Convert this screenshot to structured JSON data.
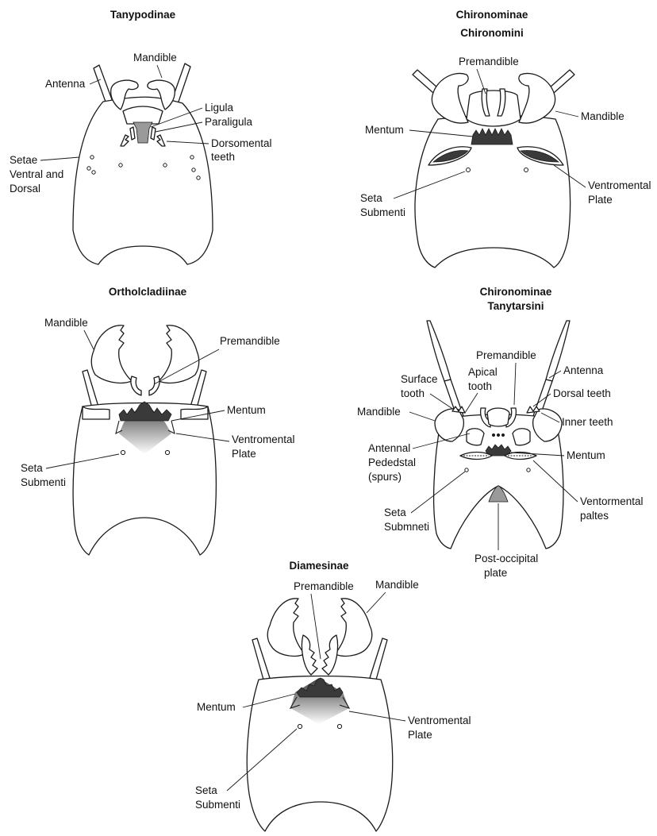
{
  "panels": {
    "tanypodinae": {
      "title": "Tanypodinae",
      "labels": {
        "mandible": "Mandible",
        "antenna": "Antenna",
        "ligula": "Ligula",
        "paraligula": "Paraligula",
        "dorsomental_1": "Dorsomental",
        "dorsomental_2": "teeth",
        "setae_1": "Setae",
        "setae_2": "Ventral and",
        "setae_3": "Dorsal"
      }
    },
    "chironomini": {
      "title_1": "Chironominae",
      "title_2": "Chironomini",
      "labels": {
        "premandible": "Premandible",
        "mentum": "Mentum",
        "mandible": "Mandible",
        "seta_1": "Seta",
        "seta_2": "Submenti",
        "vmp_1": "Ventromental",
        "vmp_2": "Plate"
      }
    },
    "orthocladiinae": {
      "title": "Ortholcladiinae",
      "labels": {
        "mandible": "Mandible",
        "premandible": "Premandible",
        "mentum": "Mentum",
        "vmp_1": "Ventromental",
        "vmp_2": "Plate",
        "seta_1": "Seta",
        "seta_2": "Submenti"
      }
    },
    "tanytarsini": {
      "title_1": "Chironominae",
      "title_2": "Tanytarsini",
      "labels": {
        "premandible": "Premandible",
        "antenna": "Antenna",
        "surface_1": "Surface",
        "surface_2": "tooth",
        "apical_1": "Apical",
        "apical_2": "tooth",
        "dorsal_teeth": "Dorsal teeth",
        "mandible": "Mandible",
        "inner_teeth": "Inner teeth",
        "ped_1": "Antennal",
        "ped_2": "Pededstal",
        "ped_3": "(spurs)",
        "mentum": "Mentum",
        "seta_1": "Seta",
        "seta_2": "Submneti",
        "vmp_1": "Ventormental",
        "vmp_2": "paltes",
        "post_1": "Post-occipital",
        "post_2": "plate"
      }
    },
    "diamesinae": {
      "title": "Diamesinae",
      "labels": {
        "premandible": "Premandible",
        "mandible": "Mandible",
        "mentum": "Mentum",
        "vmp_1": "Ventromental",
        "vmp_2": "Plate",
        "seta_1": "Seta",
        "seta_2": "Submenti"
      }
    }
  }
}
